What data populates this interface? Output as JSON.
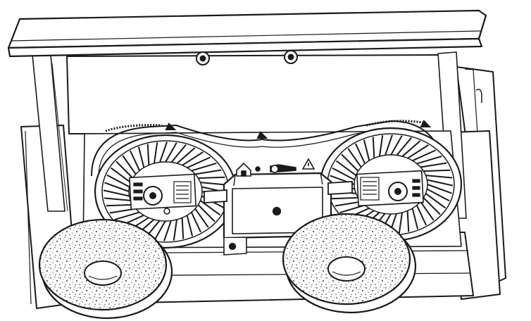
{
  "figure": {
    "subject": "",
    "parts": [
      {
        "id": "top-panel",
        "icon": "flat-plate"
      },
      {
        "id": "left-fan",
        "icon": "radial-fan"
      },
      {
        "id": "right-fan",
        "icon": "radial-fan"
      },
      {
        "id": "left-filter",
        "icon": "round-filter-pad"
      },
      {
        "id": "right-filter",
        "icon": "round-filter-pad"
      },
      {
        "id": "control-box",
        "icon": "rectangular-box"
      },
      {
        "id": "front-panel",
        "icon": "rounded-rectangle"
      },
      {
        "id": "symbols",
        "icon": "pictograms"
      }
    ],
    "line_color": "#1a1a1a",
    "fill_color": "#ffffff",
    "speckle_color": "#333333"
  }
}
